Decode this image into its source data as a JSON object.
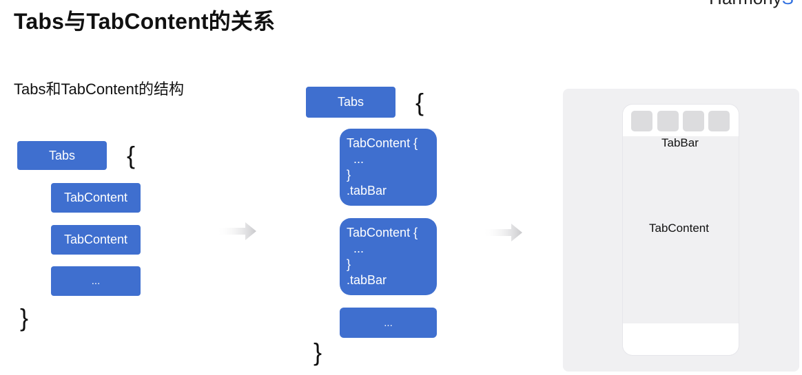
{
  "header": {
    "title": "Tabs与TabContent的关系",
    "brand_prefix": "Harmony",
    "brand_accent": "S"
  },
  "subtitle": "Tabs和TabContent的结构",
  "left_structure": {
    "tabs_label": "Tabs",
    "open_brace": "{",
    "items": [
      "TabContent",
      "TabContent",
      "..."
    ],
    "close_brace": "}"
  },
  "middle_structure": {
    "tabs_label": "Tabs",
    "open_brace": "{",
    "blocks": [
      {
        "line1": "TabContent {",
        "line2": "  ...",
        "line3": "}",
        "line4": ".tabBar"
      },
      {
        "line1": "TabContent {",
        "line2": "  ...",
        "line3": "}",
        "line4": ".tabBar"
      }
    ],
    "ellipsis": "...",
    "close_brace": "}"
  },
  "phone_preview": {
    "tabbar_label": "TabBar",
    "content_label": "TabContent",
    "tab_square_count": 4
  },
  "colors": {
    "block_blue": "#3f6fcf",
    "panel_gray": "#f0f0f2",
    "tab_square_gray": "#dcdcde",
    "brand_accent": "#2f6fe0"
  },
  "icons": {
    "flow_arrow": "arrow-right-icon"
  }
}
